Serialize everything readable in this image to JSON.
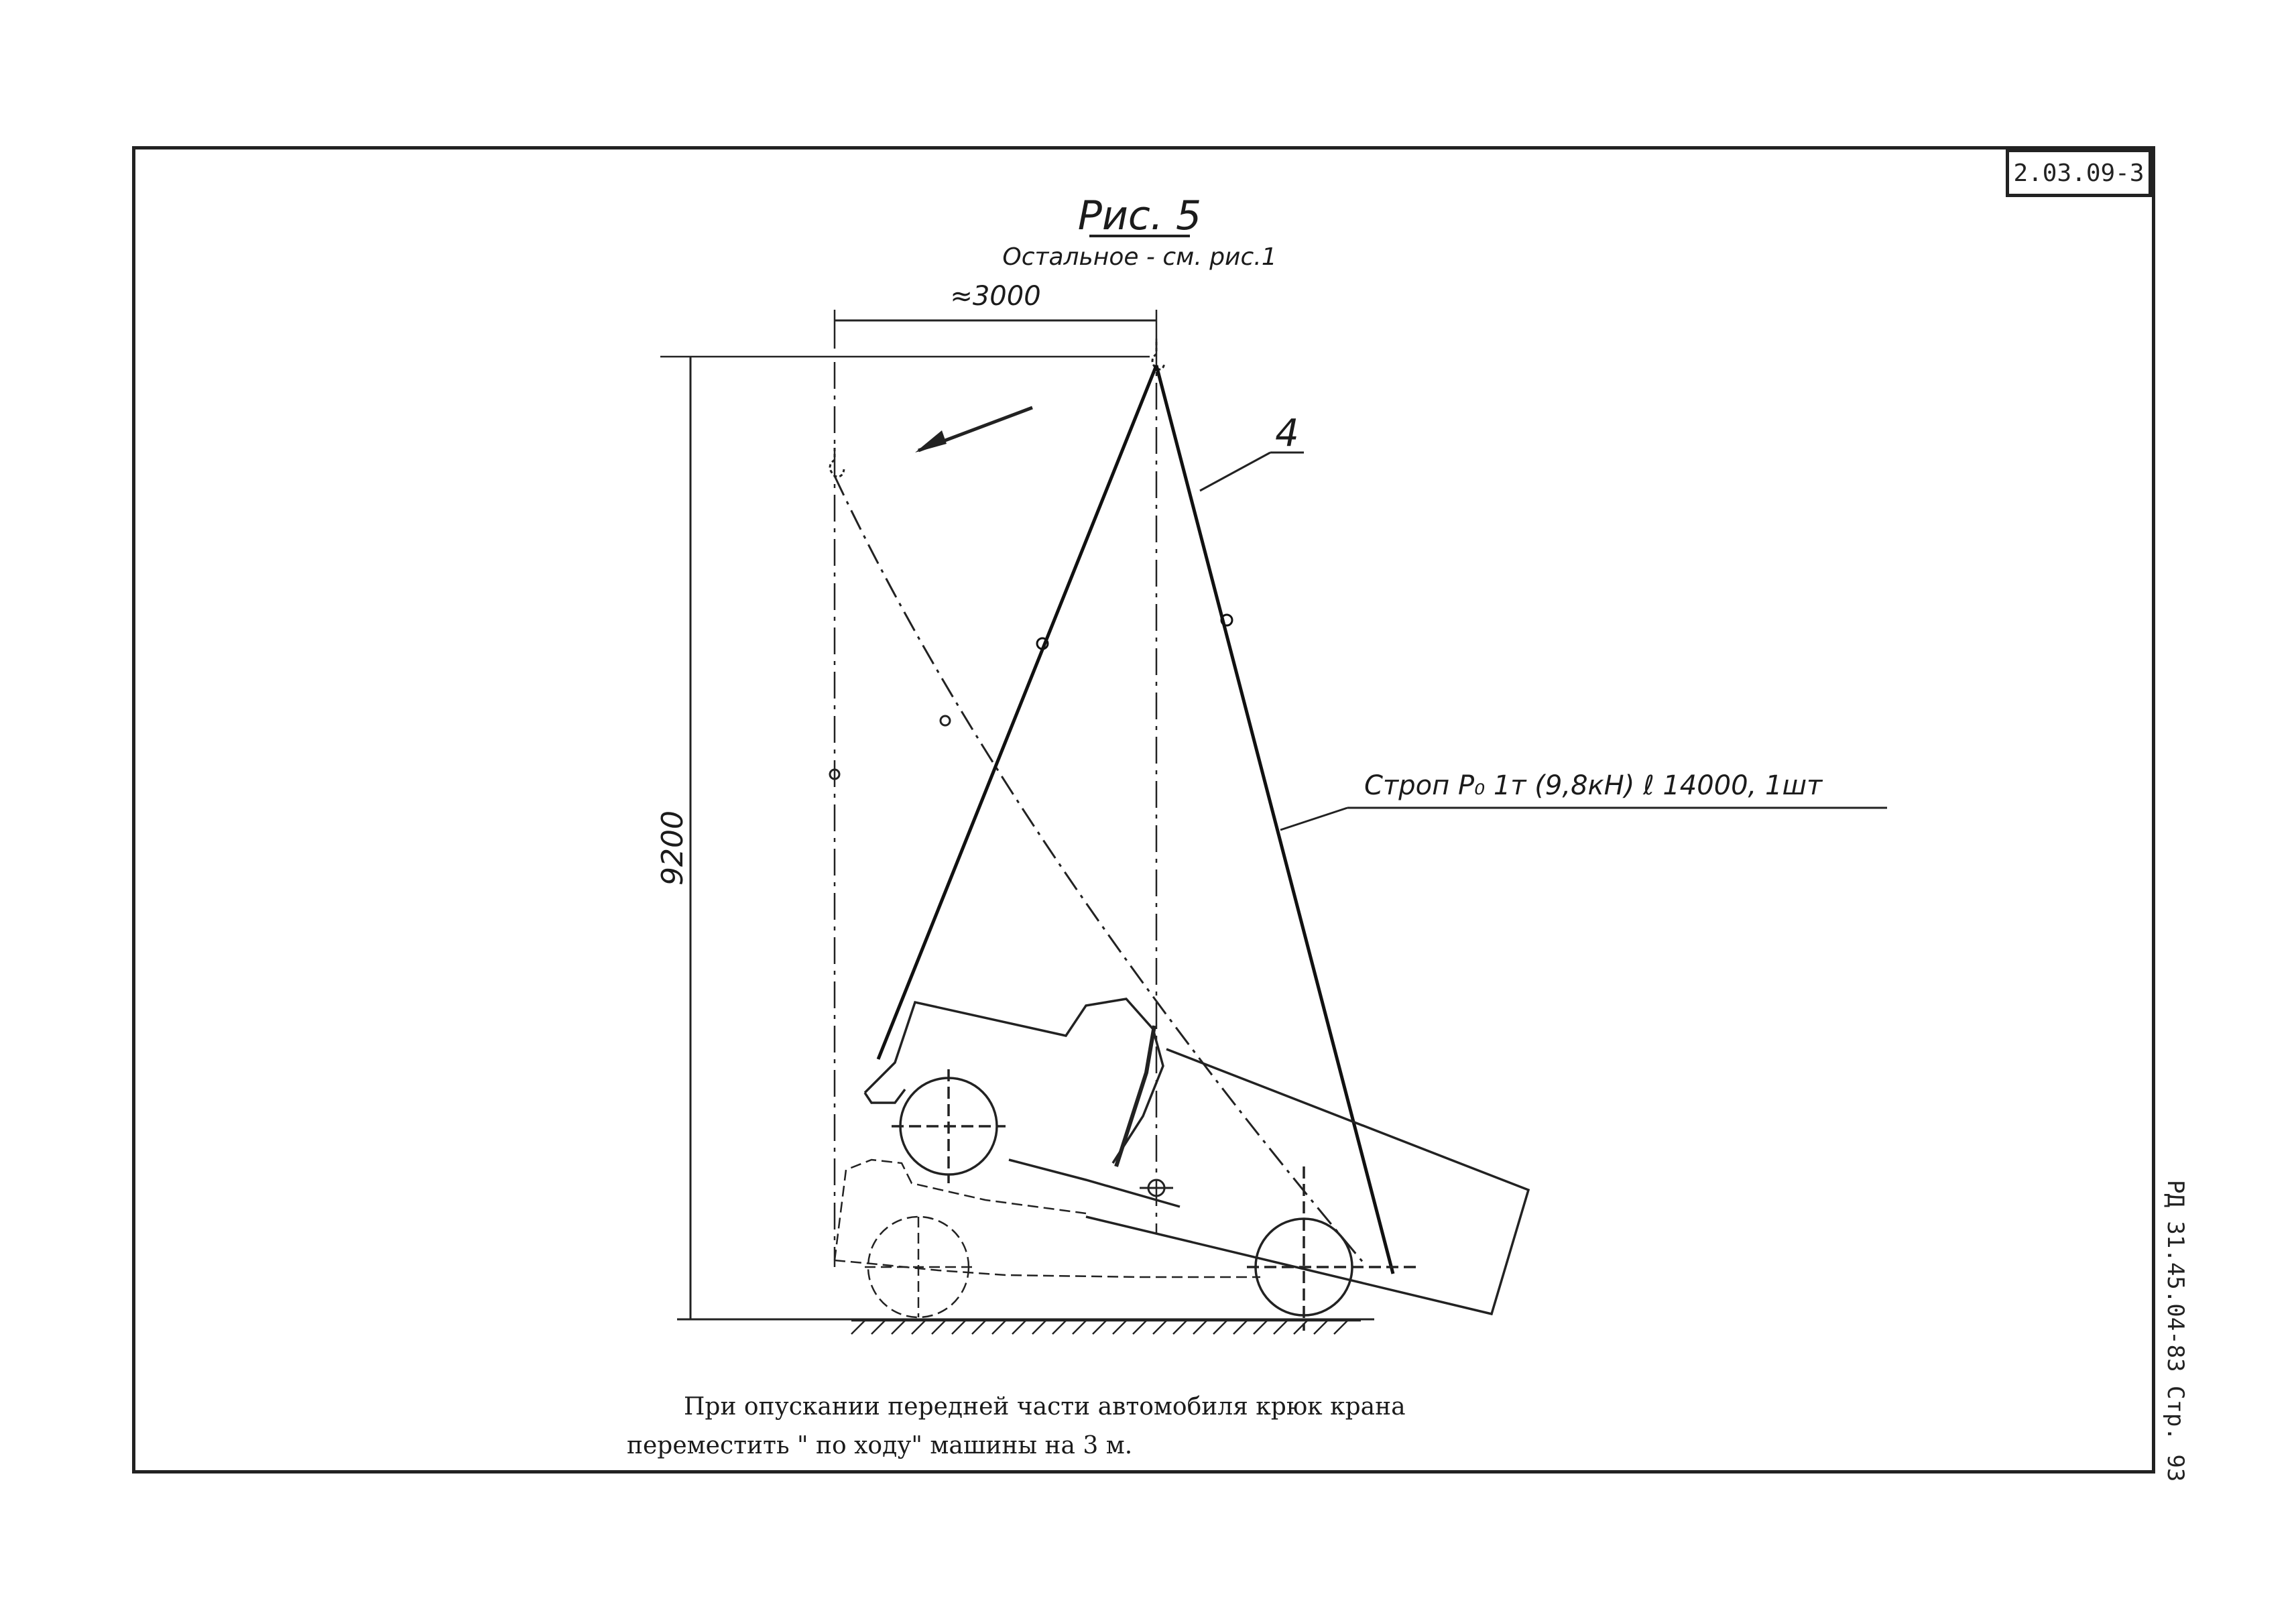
{
  "sheet_code": "2.03.09-3",
  "figure_title": "Рис. 5",
  "figure_subtitle": "Остальное - см. рис.1",
  "dim_horizontal": "≈3000",
  "dim_vertical": "9200",
  "callout_number": "4",
  "sling_label": "Строп Р₀ 1т (9,8кН) ℓ 14000, 1шт",
  "note_line1": "При опускании передней части автомобиля крюк крана",
  "note_line2": "переместить \" по ходу\" машины на  3 м.",
  "side_stamp": "РД 31.45.04-83  Стр. 93"
}
